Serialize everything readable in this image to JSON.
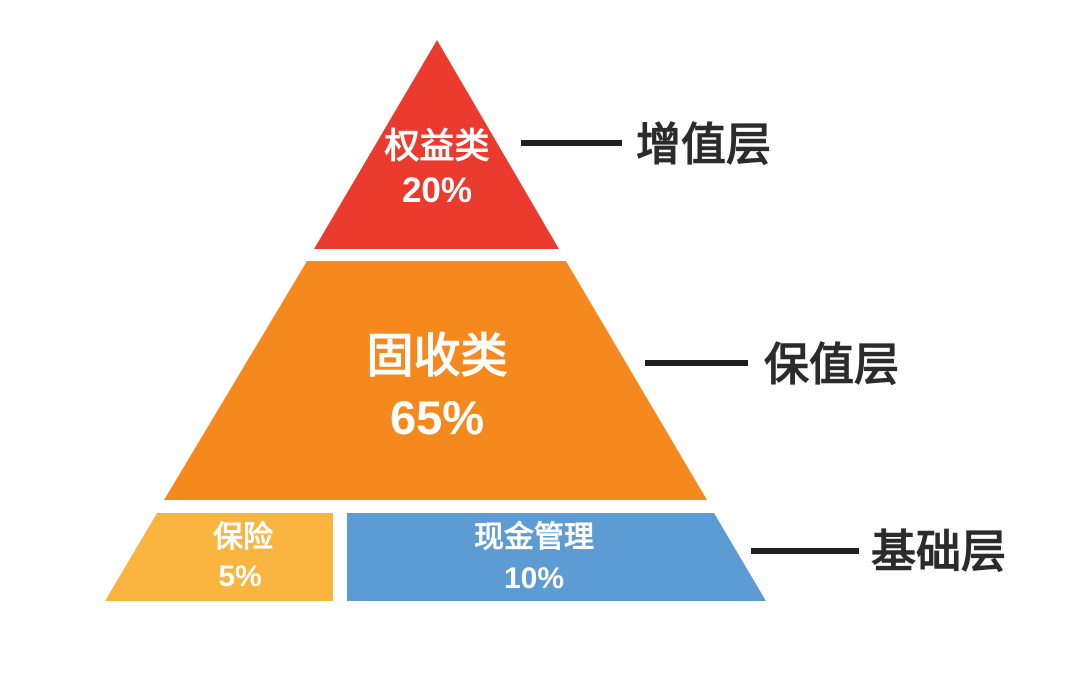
{
  "chart_data": {
    "type": "pyramid",
    "segments": [
      {
        "label": "权益类",
        "value": 20,
        "display": "20%",
        "tier": "增值层",
        "color": "#EA3B2E"
      },
      {
        "label": "固收类",
        "value": 65,
        "display": "65%",
        "tier": "保值层",
        "color": "#F6891E"
      },
      {
        "label": "保险",
        "value": 5,
        "display": "5%",
        "tier": "基础层",
        "color": "#F9B540"
      },
      {
        "label": "现金管理",
        "value": 10,
        "display": "10%",
        "tier": "基础层",
        "color": "#5D9BD3"
      }
    ],
    "legend_position": "right",
    "annotations": [
      "增值层",
      "保值层",
      "基础层"
    ]
  },
  "tiers": {
    "top": "增值层",
    "middle": "保值层",
    "bottom": "基础层"
  },
  "colors": {
    "connector_line": "#1f1f1f",
    "tier_text": "#2b2b2b",
    "segment_text": "#ffffff",
    "background": "#ffffff"
  }
}
